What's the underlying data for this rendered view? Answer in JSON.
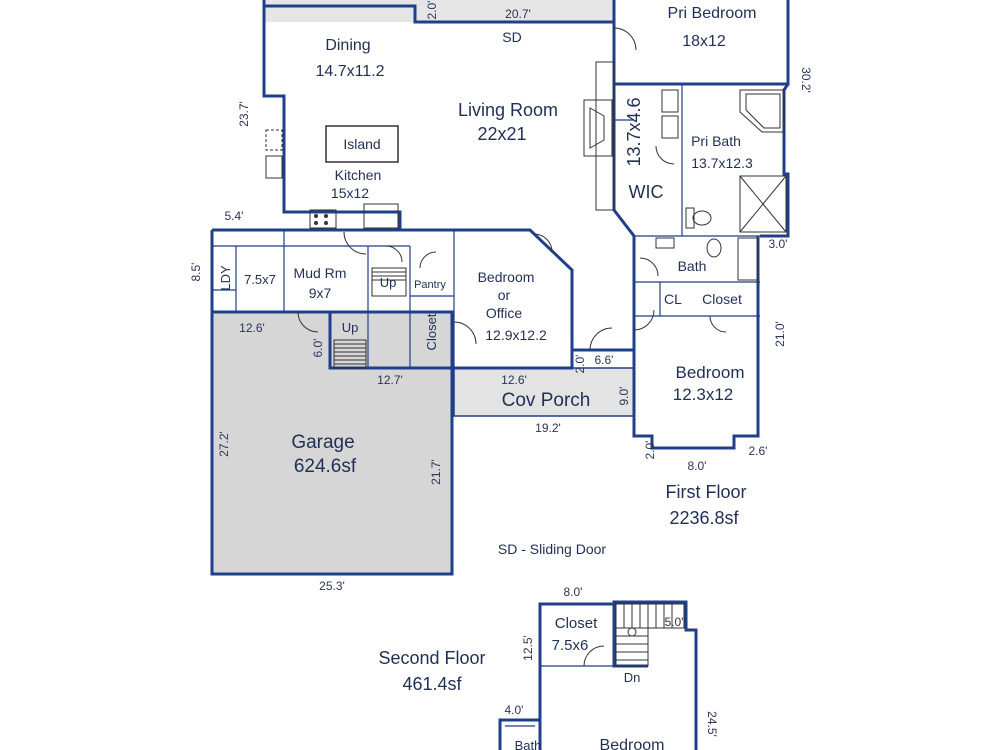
{
  "rooms": {
    "pri_bedroom": {
      "name": "Pri Bedroom",
      "size": "18x12"
    },
    "dining": {
      "name": "Dining",
      "size": "14.7x11.2"
    },
    "living": {
      "name": "Living Room",
      "size": "22x21"
    },
    "island": {
      "name": "Island"
    },
    "kitchen": {
      "name": "Kitchen",
      "size": "15x12"
    },
    "wic": {
      "name": "WIC",
      "size": "13.7x4.6"
    },
    "pri_bath": {
      "name": "Pri Bath",
      "size": "13.7x12.3"
    },
    "bath": {
      "name": "Bath"
    },
    "cl": {
      "name": "CL"
    },
    "closet_right": {
      "name": "Closet"
    },
    "ldy": {
      "name": "LDY",
      "size": "7.5x7"
    },
    "mud": {
      "name": "Mud Rm",
      "size": "9x7"
    },
    "pantry": {
      "name": "Pantry"
    },
    "up1": {
      "name": "Up"
    },
    "up2": {
      "name": "Up"
    },
    "office": {
      "line1": "Bedroom",
      "line2": "or",
      "line3": "Office",
      "size": "12.9x12.2"
    },
    "closet_mid": {
      "name": "Closet"
    },
    "bedroom": {
      "name": "Bedroom",
      "size": "12.3x12"
    },
    "porch": {
      "name": "Cov Porch"
    },
    "garage": {
      "name": "Garage",
      "size": "624.6sf"
    },
    "closet2": {
      "name": "Closet",
      "size": "7.5x6"
    },
    "dn": {
      "name": "Dn"
    },
    "bath2": {
      "name": "Bath"
    },
    "bedroom2": {
      "name": "Bedroom"
    }
  },
  "floors": {
    "first": {
      "name": "First Floor",
      "area": "2236.8sf"
    },
    "second": {
      "name": "Second Floor",
      "area": "461.4sf"
    }
  },
  "legend": {
    "sd": "SD - Sliding Door",
    "sd_short": "SD"
  },
  "dims": {
    "d20_7": "20.7'",
    "d2_0_top": "2.0'",
    "d30_2": "30.2'",
    "d23_7": "23.7'",
    "d5_4": "5.4'",
    "d3_0": "3.0'",
    "d8_5": "8.5'",
    "d12_6a": "12.6'",
    "d6_0": "6.0'",
    "d12_7": "12.7'",
    "d12_6b": "12.6'",
    "d2_0_mid": "2.0'",
    "d6_6": "6.6'",
    "d21_0": "21.0'",
    "d9_0": "9.0'",
    "d19_2": "19.2'",
    "d27_2": "27.2'",
    "d21_7": "21.7'",
    "d2_0_low": "2.0'",
    "d8_0": "8.0'",
    "d2_6": "2.6'",
    "d25_3": "25.3'",
    "d8_0b": "8.0'",
    "d12_5": "12.5'",
    "d5_0": "5.0'",
    "d4_0": "4.0'",
    "d24_5": "24.5'"
  }
}
